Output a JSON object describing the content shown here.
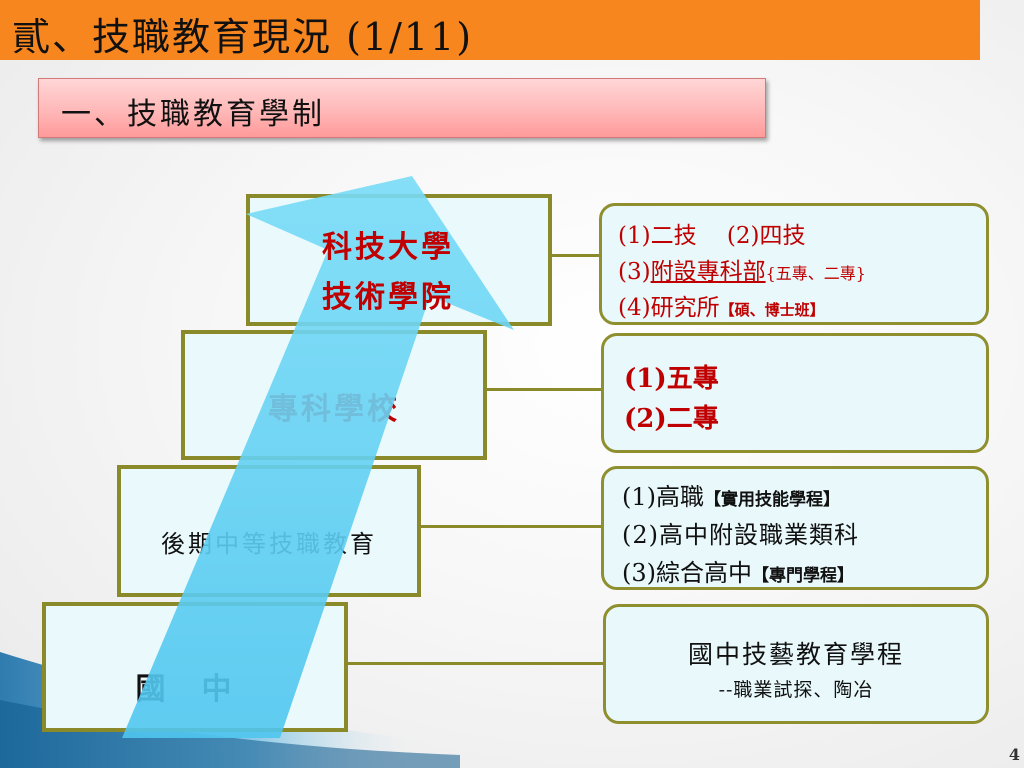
{
  "title": "貳、技職教育現況 (1/11)",
  "subtitle": "一、技職教育學制",
  "levels": {
    "university": {
      "line1": "科技大學",
      "line2": "技術學院"
    },
    "junior_college": {
      "label": "專科學校"
    },
    "senior_vocational": {
      "label": "後期中等技職教育"
    },
    "junior_high": {
      "label": "國　中"
    }
  },
  "info": {
    "university": {
      "l1": "(1)二技　 (2)四技",
      "l2a": "(3)",
      "l2b": "附設專科部",
      "l2c": "{五專、二專}",
      "l3a": "(4)研究所",
      "l3b": "【碩、博士班】"
    },
    "junior_college": {
      "l1": "(1)五專",
      "l2": "(2)二專"
    },
    "senior_vocational": {
      "l1a": "(1)高職",
      "l1b": "【實用技能學程】",
      "l2": "(2)高中附設職業類科",
      "l3a": "(3)綜合高中",
      "l3b": "【專門學程】"
    },
    "junior_high": {
      "l1": "國中技藝教育學程",
      "l2": "--職業試探、陶冶"
    }
  },
  "page_number": "4",
  "colors": {
    "title_bar": "#f7861f",
    "arrow": "#5fd0f2",
    "box_border": "#8a8a2a",
    "red_text": "#c00000"
  }
}
